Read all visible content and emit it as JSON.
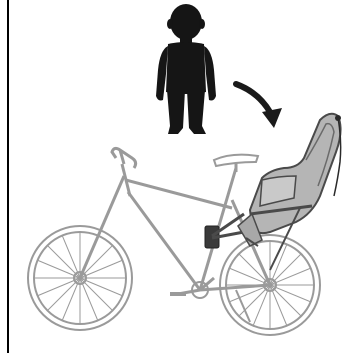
{
  "illustration": {
    "subjects": [
      "child-silhouette",
      "arrow-icon",
      "bicycle",
      "rear-child-seat"
    ],
    "colors": {
      "child": "#151515",
      "arrow": "#1a1a1a",
      "bike_outline": "#9a9a9a",
      "seat_fill": "#b5b5b5",
      "seat_outline": "#4a4a4a",
      "border": "#000000"
    }
  }
}
